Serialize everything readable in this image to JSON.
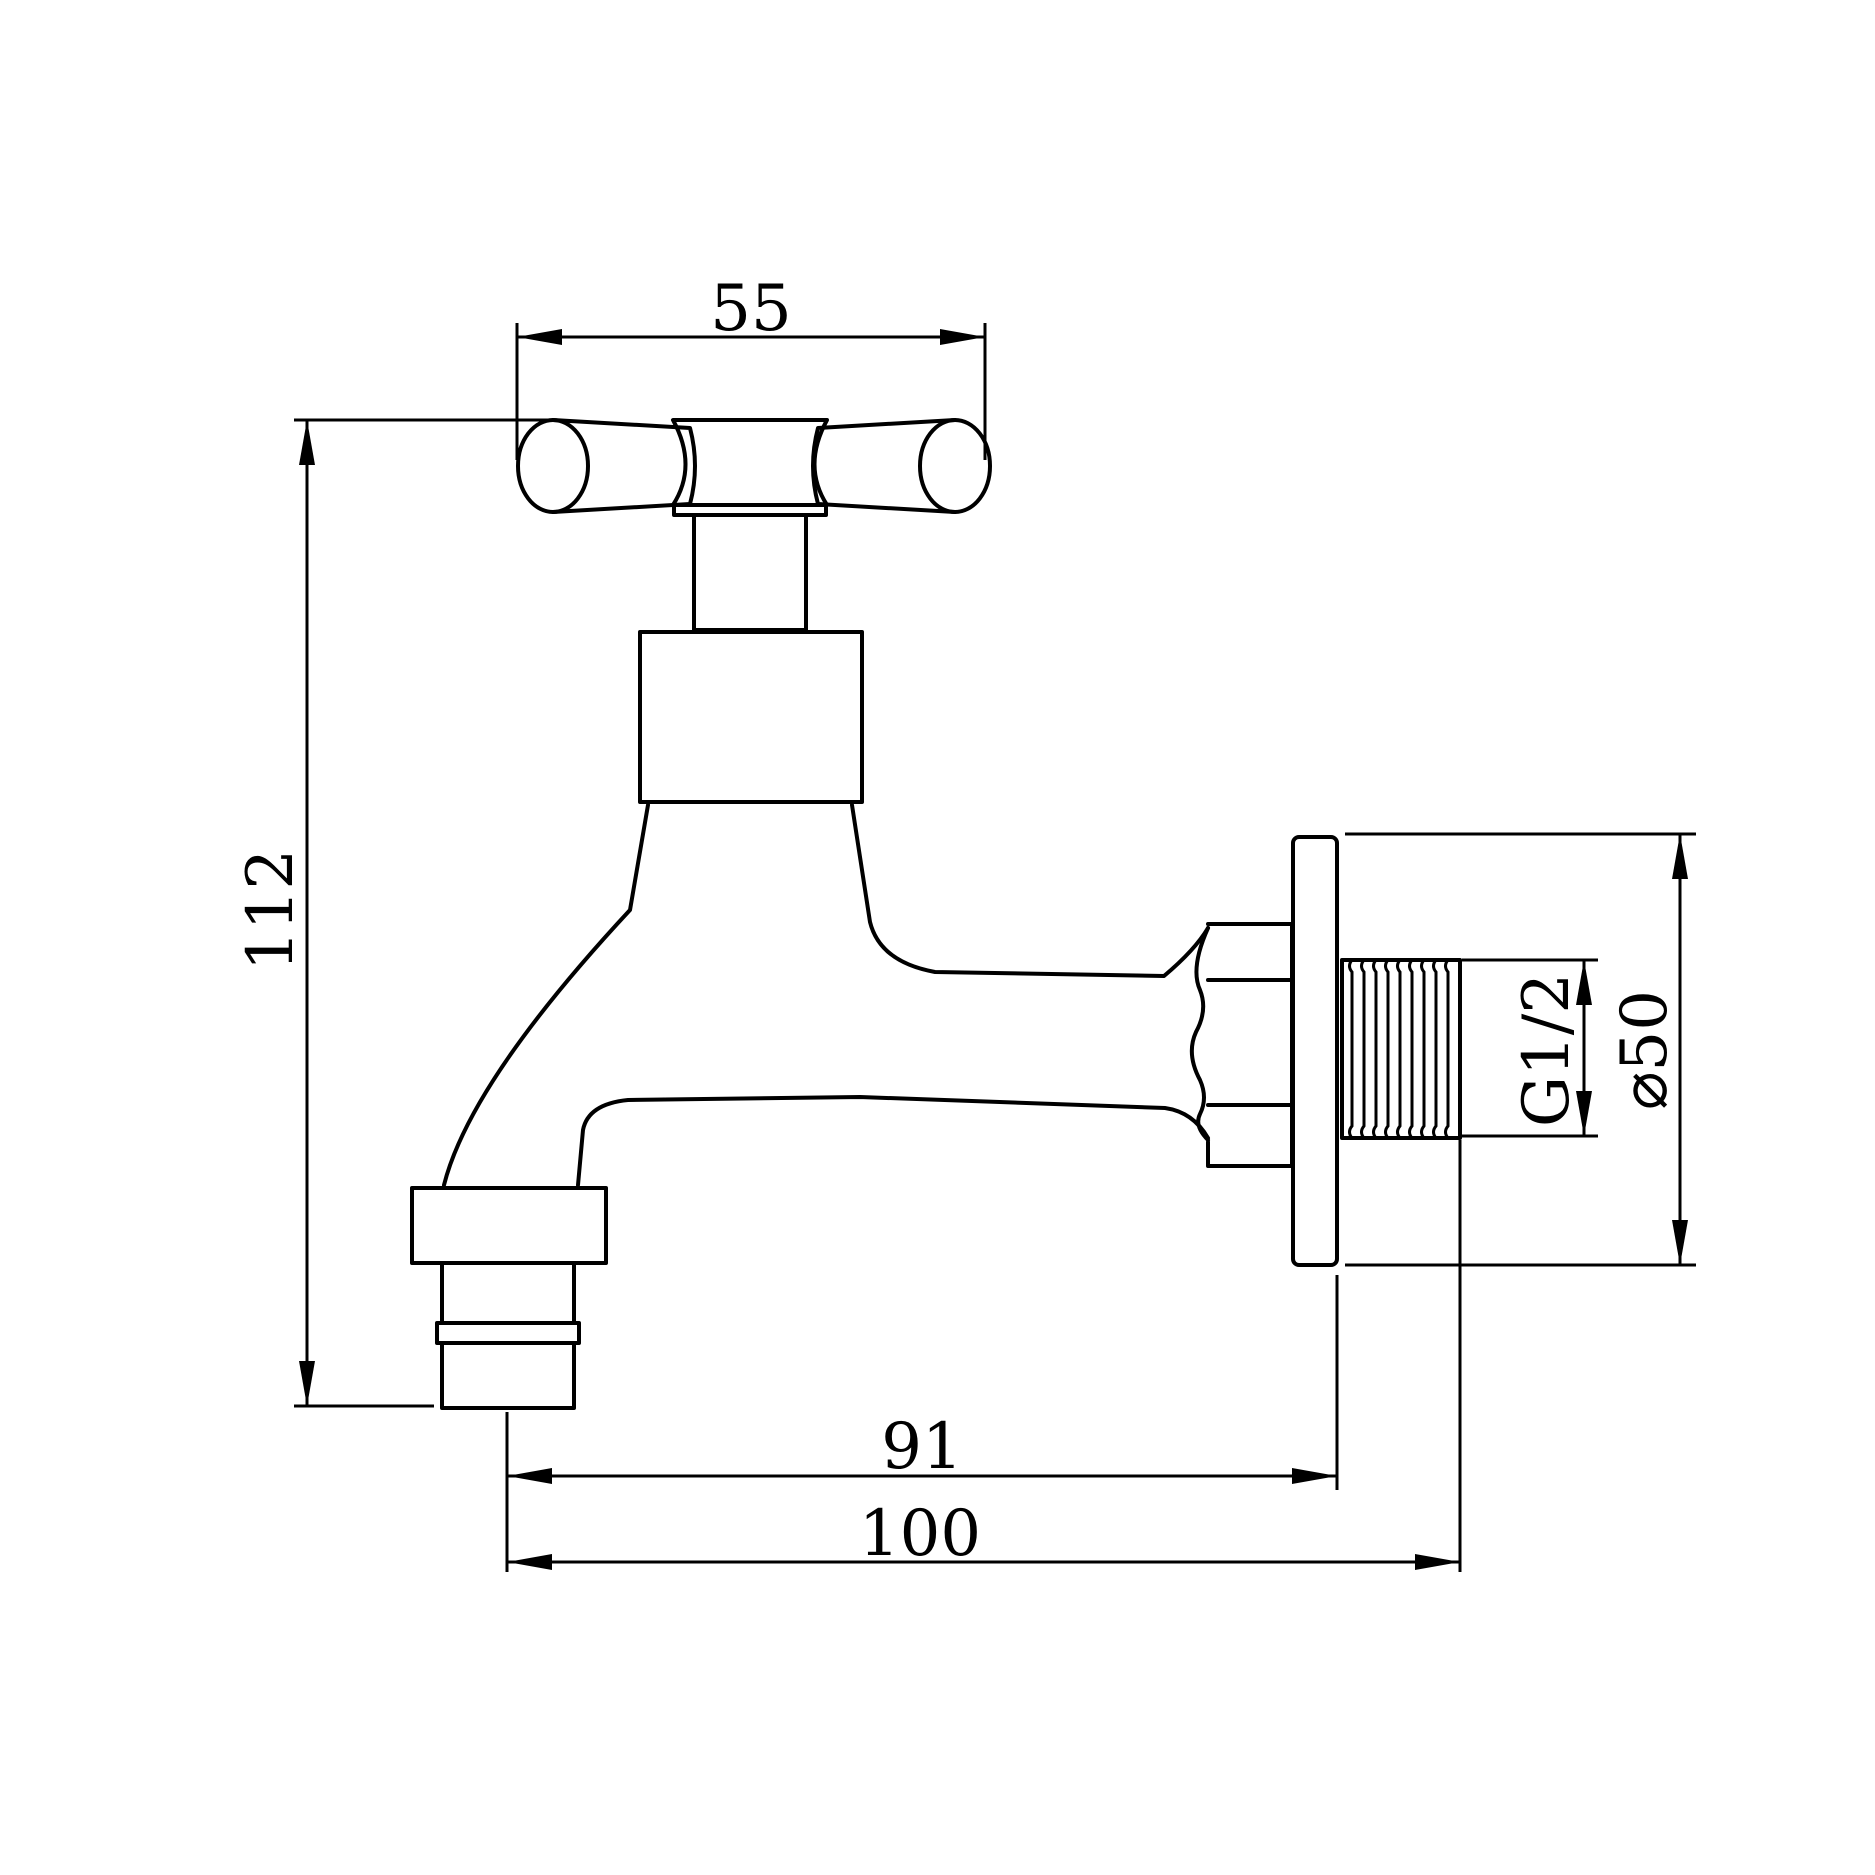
{
  "drawing": {
    "line_color": "#000000",
    "background": "#ffffff",
    "dimensions": {
      "handle_width": "55",
      "total_height": "112",
      "projection_short": "91",
      "projection_total": "100",
      "flange_diameter": "⌀50",
      "thread": "G1/2"
    }
  }
}
